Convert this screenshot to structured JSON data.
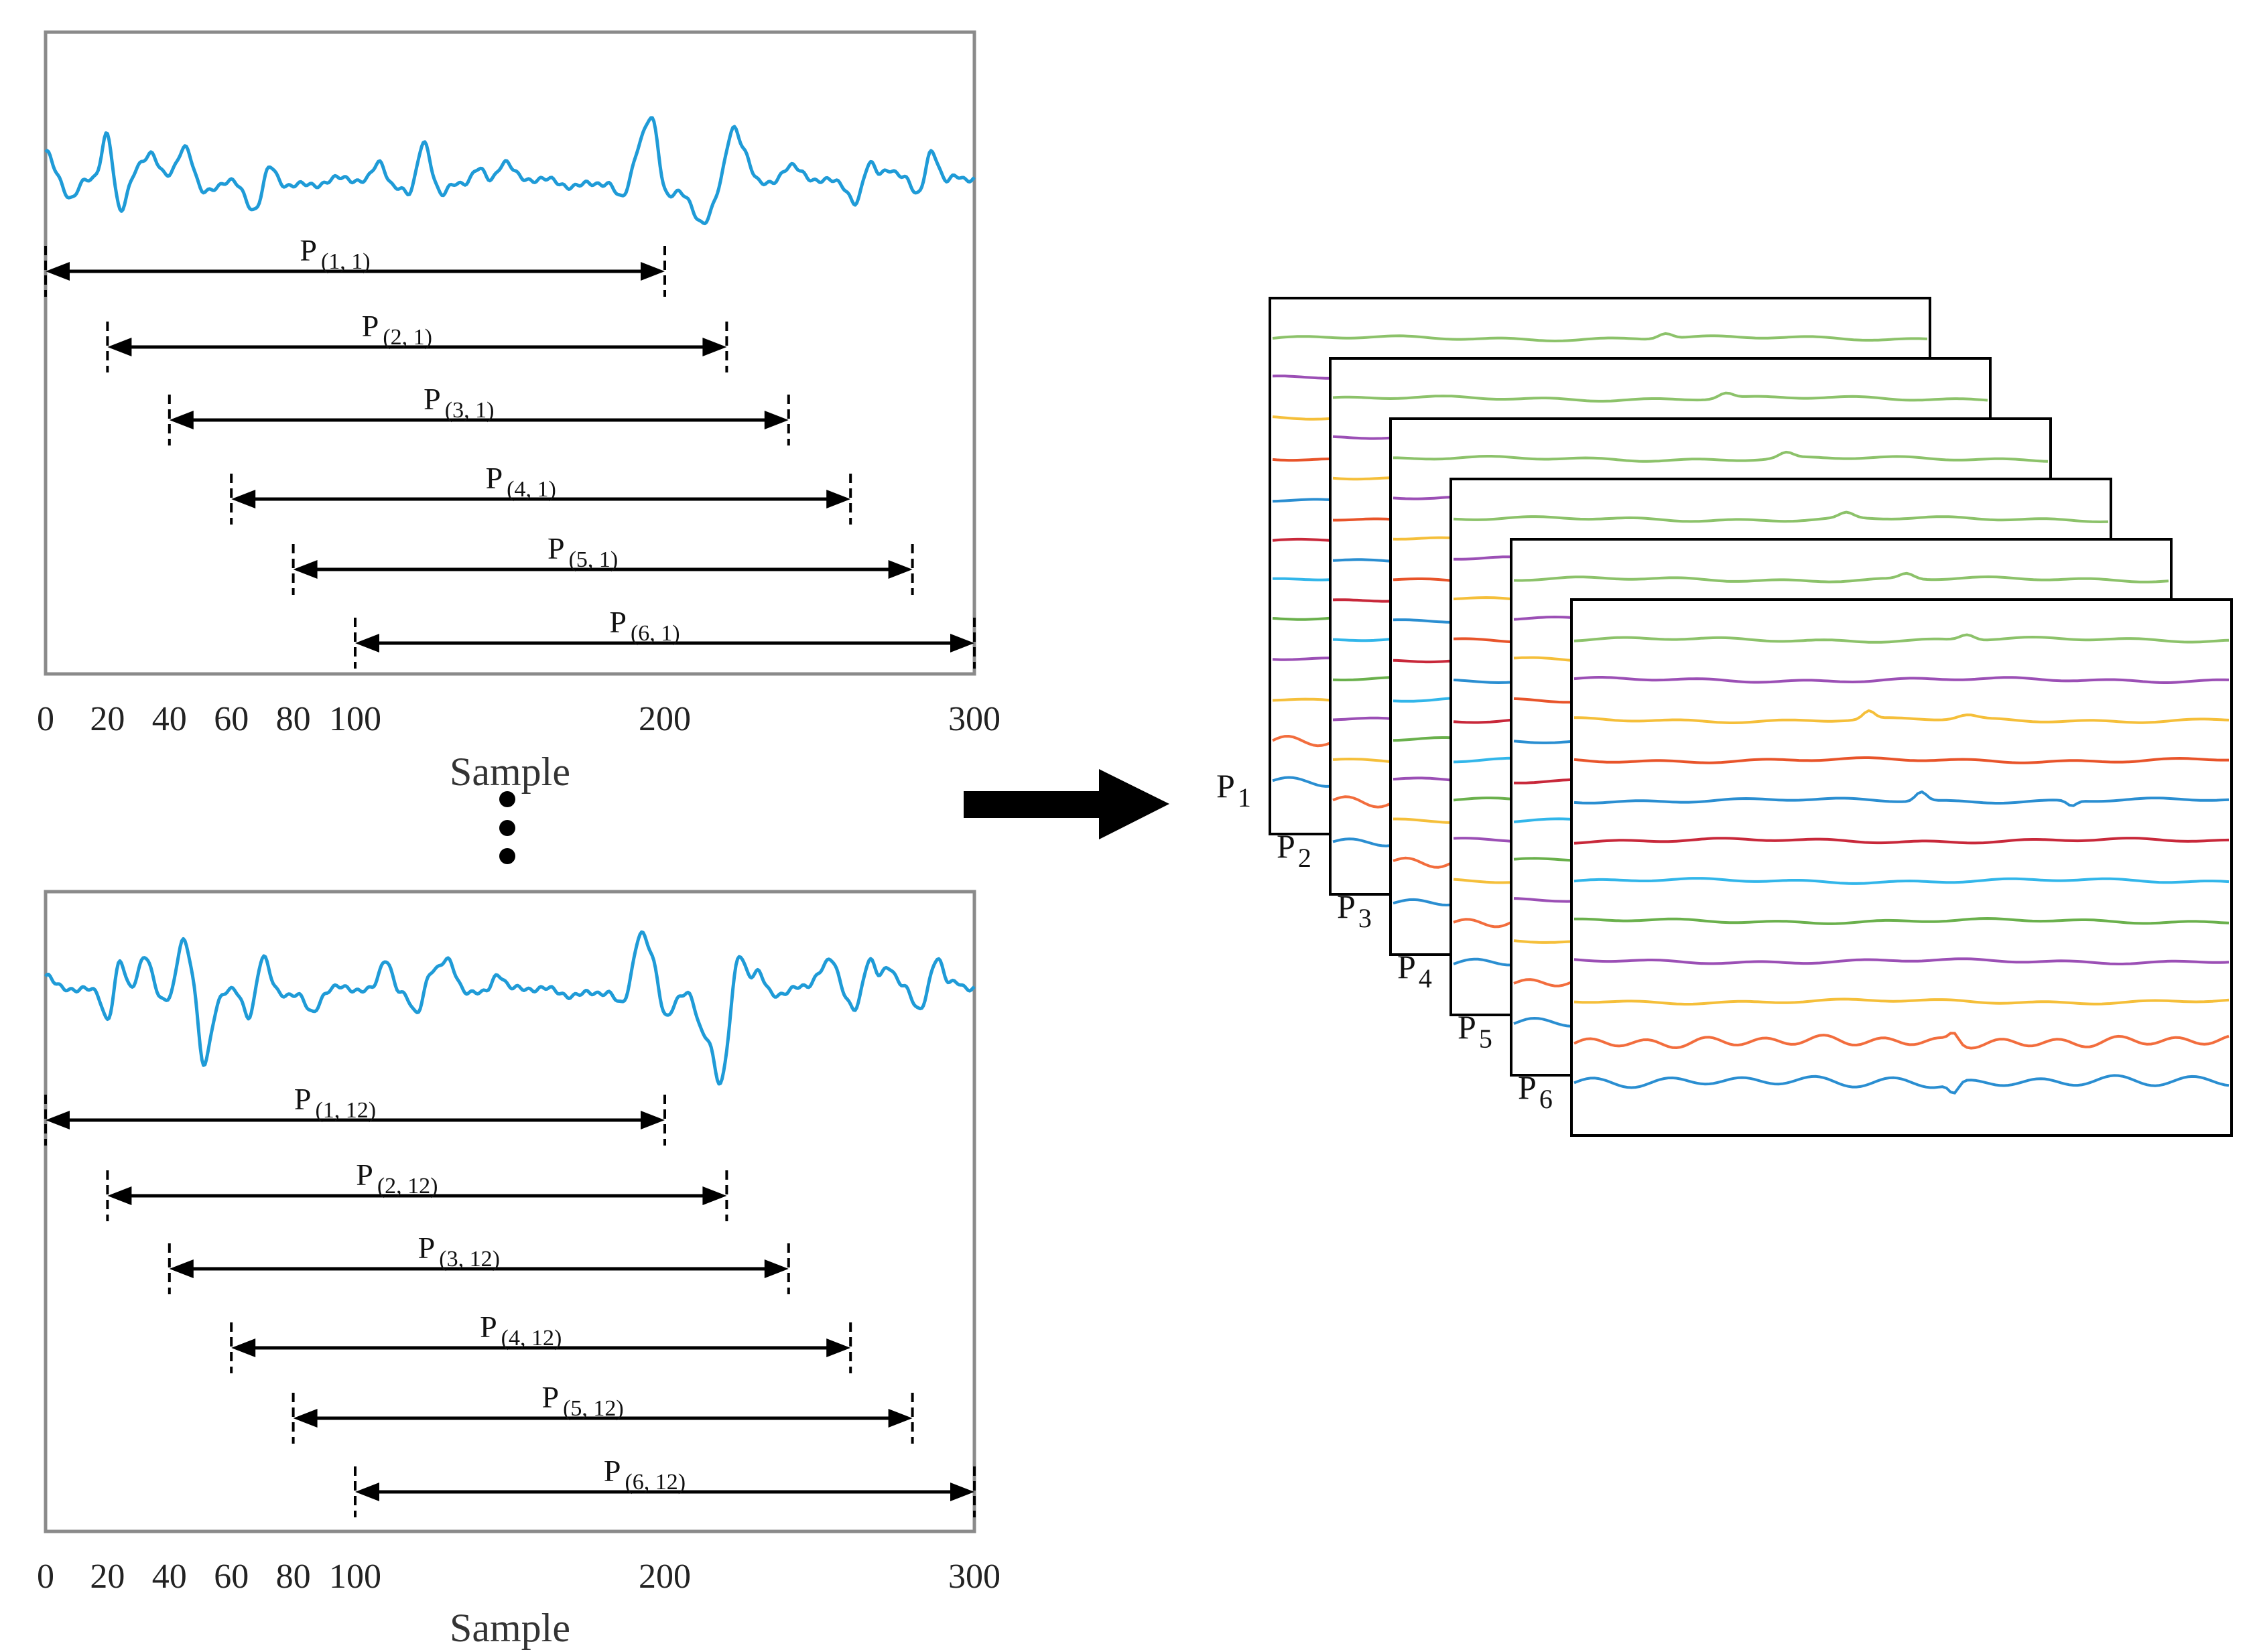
{
  "panels": [
    {
      "id": "top",
      "ticks": [
        "0",
        "20",
        "40",
        "60",
        "80",
        "100",
        "200",
        "300"
      ],
      "tick_values": [
        0,
        20,
        40,
        60,
        80,
        100,
        200,
        300
      ],
      "xlabel": "Sample",
      "windows": [
        {
          "main": "P",
          "sub": "(1, 1)",
          "start": 0,
          "end": 200
        },
        {
          "main": "P",
          "sub": "(2, 1)",
          "start": 20,
          "end": 220
        },
        {
          "main": "P",
          "sub": "(3, 1)",
          "start": 40,
          "end": 240
        },
        {
          "main": "P",
          "sub": "(4, 1)",
          "start": 60,
          "end": 260
        },
        {
          "main": "P",
          "sub": "(5, 1)",
          "start": 80,
          "end": 280
        },
        {
          "main": "P",
          "sub": "(6, 1)",
          "start": 100,
          "end": 300
        }
      ]
    },
    {
      "id": "bottom",
      "ticks": [
        "0",
        "20",
        "40",
        "60",
        "80",
        "100",
        "200",
        "300"
      ],
      "tick_values": [
        0,
        20,
        40,
        60,
        80,
        100,
        200,
        300
      ],
      "xlabel": "Sample",
      "windows": [
        {
          "main": "P",
          "sub": "(1, 12)",
          "start": 0,
          "end": 200
        },
        {
          "main": "P",
          "sub": "(2, 12)",
          "start": 20,
          "end": 220
        },
        {
          "main": "P",
          "sub": "(3, 12)",
          "start": 40,
          "end": 240
        },
        {
          "main": "P",
          "sub": "(4, 12)",
          "start": 60,
          "end": 260
        },
        {
          "main": "P",
          "sub": "(5, 12)",
          "start": 80,
          "end": 280
        },
        {
          "main": "P",
          "sub": "(6, 12)",
          "start": 100,
          "end": 300
        }
      ]
    }
  ],
  "stack": {
    "labels": [
      {
        "main": "P",
        "sub": "1"
      },
      {
        "main": "P",
        "sub": "2"
      },
      {
        "main": "P",
        "sub": "3"
      },
      {
        "main": "P",
        "sub": "4"
      },
      {
        "main": "P",
        "sub": "5"
      },
      {
        "main": "P",
        "sub": "6"
      }
    ],
    "lead_colors": [
      "#8cc26a",
      "#9b4fb5",
      "#f5bf3a",
      "#e8542a",
      "#2a8ed1",
      "#c8283a",
      "#32b6ea",
      "#6ab04c",
      "#9b4fb5",
      "#f5bf3a",
      "#f26d3d",
      "#2a8ed1"
    ]
  },
  "colors": {
    "signal": "#1f9bd7",
    "arrow": "#000000",
    "axis_text": "#222222"
  }
}
